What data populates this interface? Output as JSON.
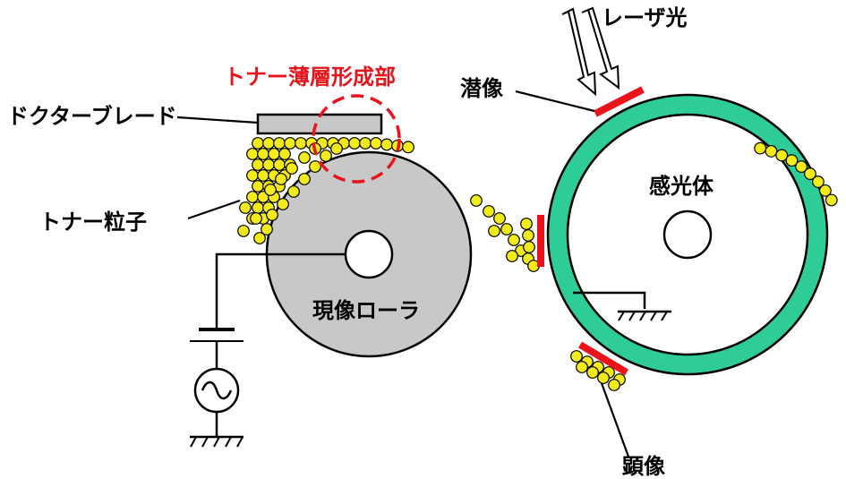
{
  "labels": {
    "doctor_blade": "ドクターブレード",
    "thin_layer": "トナー薄層形成部",
    "toner_particles": "トナー粒子",
    "developing_roller": "現像ローラ",
    "latent_image": "潜像",
    "laser_light": "レーザ光",
    "photoconductor": "感光体",
    "visible_image": "顕像"
  },
  "colors": {
    "roller_fill": "#c8c8c8",
    "photoconductor_ring": "#2ecc99",
    "toner": "#f2ea1a",
    "image_red": "#e8131b",
    "highlight_red": "#e8131b",
    "blade_fill": "#c8c8c8"
  },
  "icons": [
    "ac-source-icon",
    "ground-icon",
    "laser-arrow-icon"
  ]
}
